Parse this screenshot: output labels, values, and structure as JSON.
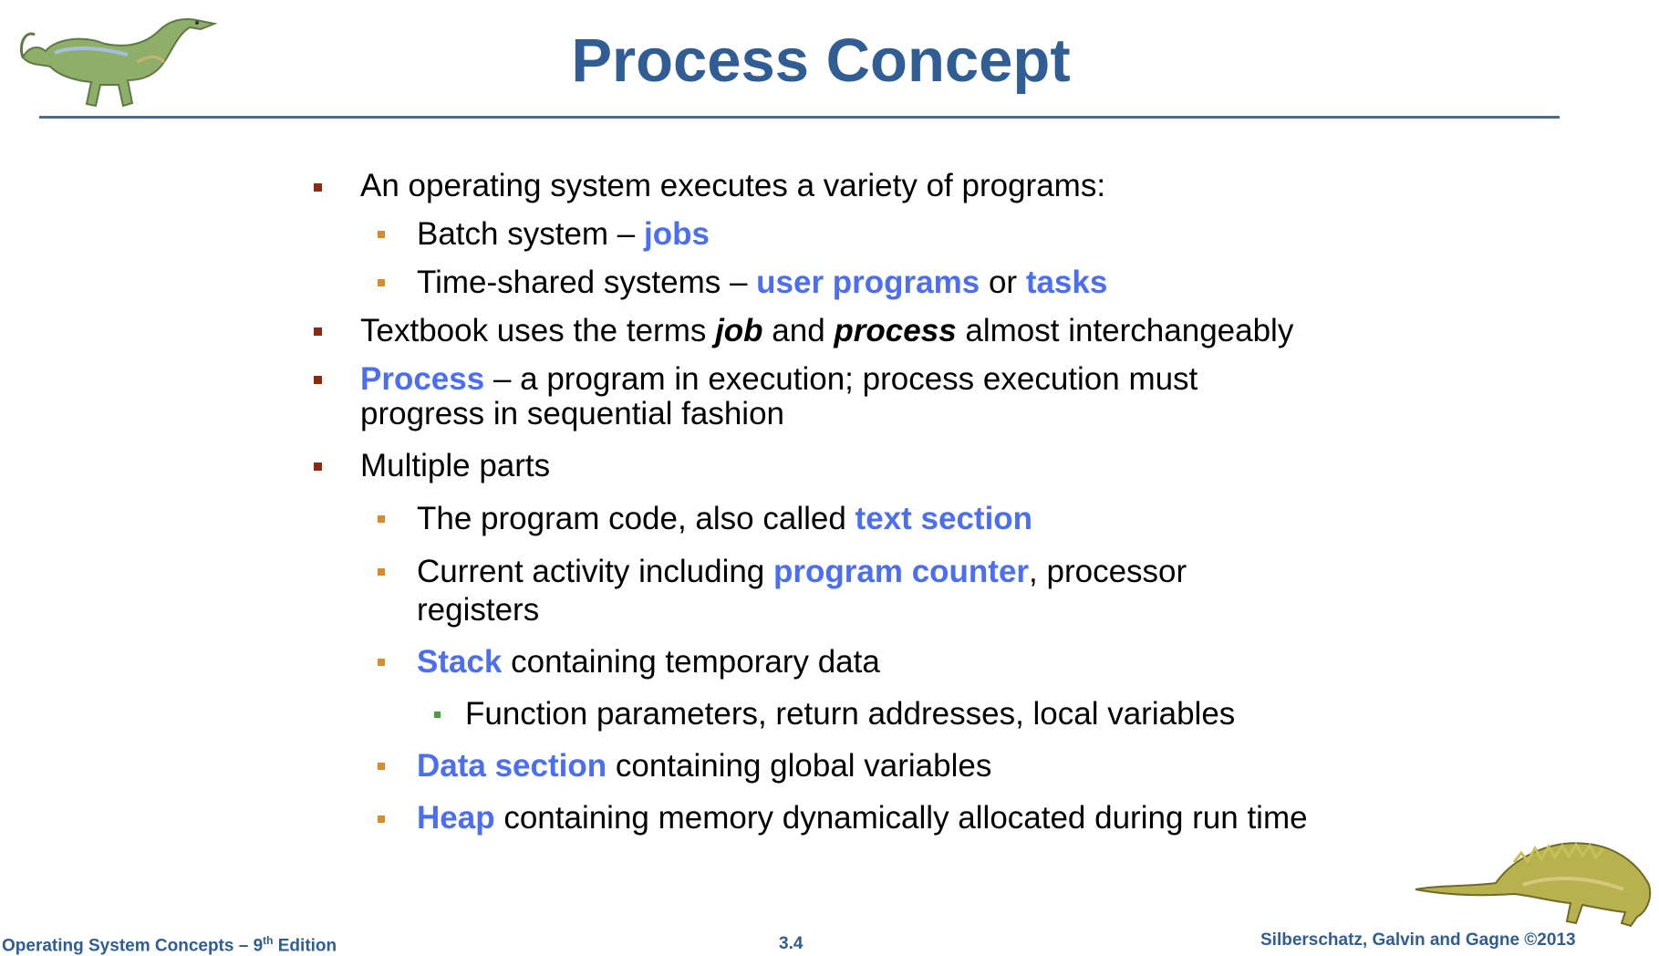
{
  "title": "Process Concept",
  "bullets": {
    "b1": "An operating system executes a variety of programs:",
    "b1a_pre": "Batch system – ",
    "b1a_hl": "jobs",
    "b1b_pre": "Time-shared systems – ",
    "b1b_hl1": "user programs",
    "b1b_mid": " or ",
    "b1b_hl2": "tasks",
    "b2_pre": "Textbook uses the terms ",
    "b2_em1": "job",
    "b2_mid": " and ",
    "b2_em2": "process",
    "b2_post": " almost interchangeably",
    "b3_hl": "Process",
    "b3_l1": " – a program in execution; process execution must",
    "b3_l2": "progress in sequential fashion",
    "b4": "Multiple parts",
    "b4a_pre": "The program code, also called ",
    "b4a_hl": "text section",
    "b4b_pre": "Current activity including ",
    "b4b_hl": "program counter",
    "b4b_post": ", processor",
    "b4b_l2": "registers",
    "b4c_hl": "Stack",
    "b4c_post": " containing temporary data",
    "b4c1": "Function parameters, return addresses, local variables",
    "b4d_hl": "Data section",
    "b4d_post": " containing global variables",
    "b4e_hl": "Heap",
    "b4e_post": " containing memory dynamically allocated during run time"
  },
  "footer": {
    "left_pre": "Operating System Concepts – 9",
    "left_sup": "th",
    "left_post": " Edition",
    "center": "3.4",
    "right": "Silberschatz, Galvin and Gagne ©2013"
  },
  "colors": {
    "title": "#2f5d94",
    "highlight": "#4b6ef5",
    "level1_marker": "#8b2a10",
    "level2_marker": "#d98b2b",
    "level3_marker": "#4aa03a"
  }
}
